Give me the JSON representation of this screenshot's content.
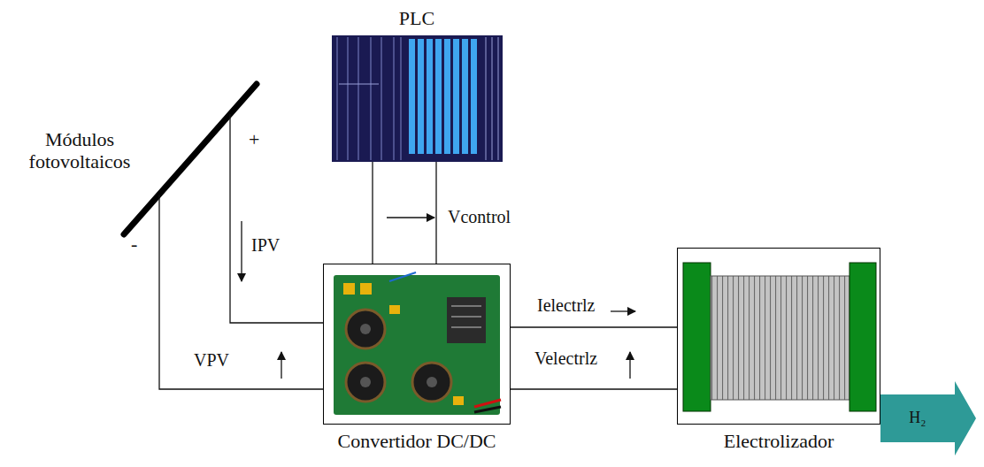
{
  "diagram": {
    "nodes": [
      {
        "text": [
          "Módulos fotovoltaicos"
        ]
      },
      {
        "text": [
          "PLC"
        ]
      },
      {
        "text": [
          "Convertidor DC/DC"
        ]
      },
      {
        "text": [
          "Electrolizador"
        ]
      },
      {
        "text": [
          "H₂"
        ]
      }
    ],
    "edges": [
      {
        "from": 0,
        "to": 2,
        "arrow": "none",
        "label": "IPV"
      },
      {
        "from": 0,
        "to": 2,
        "arrow": "none",
        "label": "VPV"
      },
      {
        "from": 1,
        "to": 2,
        "arrow": "none"
      },
      {
        "from": 1,
        "to": 2,
        "arrow": "none",
        "label": "Vcontrol"
      },
      {
        "from": 2,
        "to": 3,
        "arrow": "none",
        "label": "Ielectrlz"
      },
      {
        "from": 2,
        "to": 3,
        "arrow": "none",
        "label": "Velectrlz"
      }
    ],
    "labels": [
      "+",
      "-"
    ]
  }
}
